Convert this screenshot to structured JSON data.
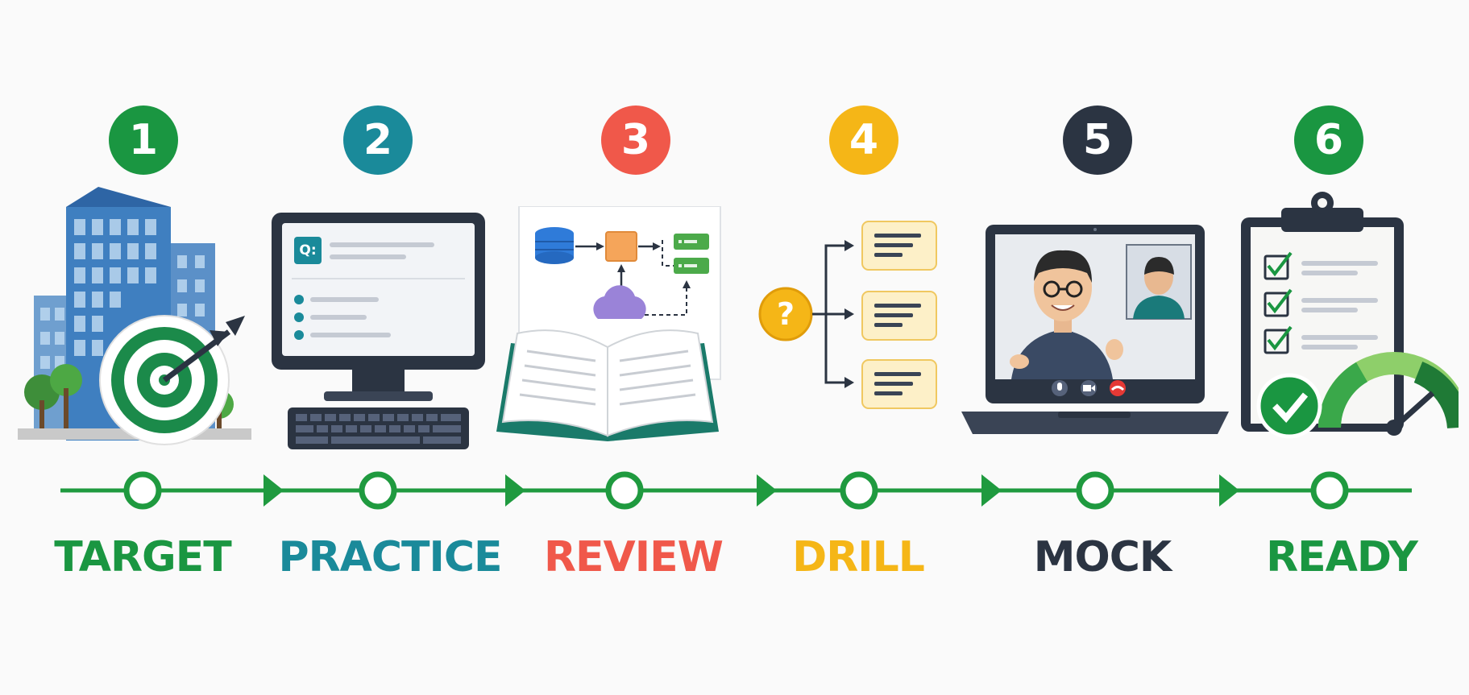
{
  "colors": {
    "green": "#1a9641",
    "teal": "#1a8a9a",
    "red": "#f0584a",
    "yellow": "#f5b617",
    "navy": "#2b3442",
    "timeline": "#1f9a3f"
  },
  "steps": [
    {
      "number": "1",
      "label": "TARGET",
      "color": "#1a9641",
      "icon": "office-building-with-target-icon"
    },
    {
      "number": "2",
      "label": "PRACTICE",
      "color": "#1a8a9a",
      "icon": "desktop-computer-question-icon"
    },
    {
      "number": "3",
      "label": "REVIEW",
      "color": "#f0584a",
      "icon": "open-book-system-diagram-icon"
    },
    {
      "number": "4",
      "label": "DRILL",
      "color": "#f5b617",
      "icon": "question-branching-cards-icon"
    },
    {
      "number": "5",
      "label": "MOCK",
      "color": "#2b3442",
      "icon": "laptop-video-call-icon"
    },
    {
      "number": "6",
      "label": "READY",
      "color": "#1a9641",
      "icon": "clipboard-checklist-gauge-icon"
    }
  ],
  "practice_screen": {
    "question_badge": "Q:"
  },
  "drill": {
    "question_mark": "?"
  }
}
